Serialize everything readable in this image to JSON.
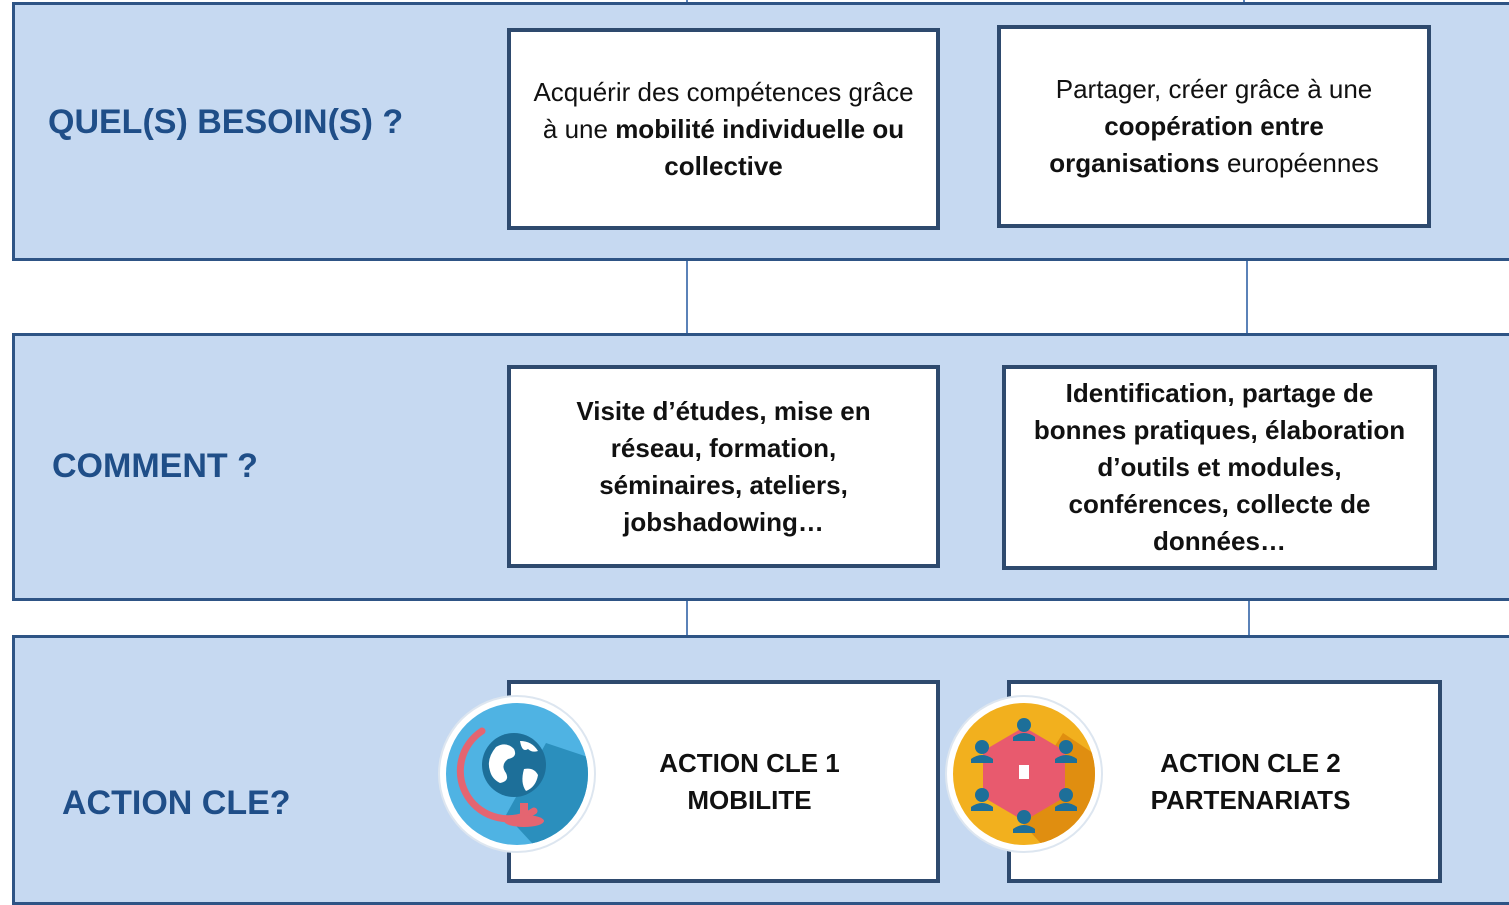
{
  "rows": {
    "besoin": {
      "label": "QUEL(S) BESOIN(S) ?",
      "box1": {
        "pre": "Acquérir des compétences grâce à une ",
        "bold": "mobilité individuelle ou collective",
        "post": ""
      },
      "box2": {
        "pre": "Partager, créer grâce à une ",
        "bold": "coopération entre organisations",
        "post": " européennes"
      }
    },
    "comment": {
      "label": "COMMENT ?",
      "box1": "Visite d’études, mise en réseau, formation, séminaires, ateliers, jobshadowing…",
      "box2": "Identification, partage de bonnes pratiques, élaboration d’outils et modules, conférences, collecte de données…"
    },
    "action": {
      "label": "ACTION CLE?",
      "box1": {
        "line1": "ACTION CLE 1",
        "line2": "MOBILITE",
        "icon": "globe-icon"
      },
      "box2": {
        "line1": "ACTION CLE 2",
        "line2": "PARTENARIATS",
        "icon": "team-meeting-icon"
      }
    }
  },
  "colors": {
    "band_fill": "#c6d9f1",
    "band_border": "#2e5485",
    "label_text": "#1f4e88",
    "connector": "#5b82b8",
    "globe_circle": "#4fb3e3",
    "team_circle": "#f2b01e"
  }
}
